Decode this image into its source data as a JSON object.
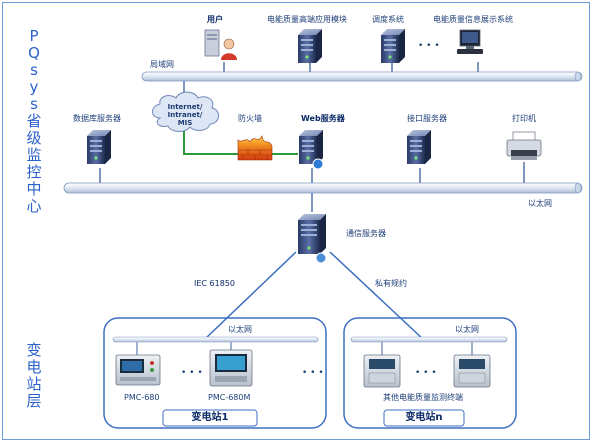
{
  "left_labels": {
    "top": "PQsys省级监控中心",
    "bottom": "变电站层"
  },
  "networks": {
    "lan_top": "局域网",
    "cloud": [
      "Internet/",
      "Intranet/",
      "MIS"
    ],
    "lan_mid": "以太网",
    "lan_sub1": "以太网",
    "lan_subn": "以太网"
  },
  "nodes": {
    "user": "用户",
    "hf_app": "电能质量高端应用模块",
    "dispatch": "调度系统",
    "info_sys": "电能质量信息展示系统",
    "db_server": "数据库服务器",
    "firewall": "防火墙",
    "web_server": "Web服务器",
    "if_server": "接口服务器",
    "printer": "打印机",
    "comm_server": "通信服务器"
  },
  "protocols": {
    "iec": "IEC 61850",
    "private": "私有规约"
  },
  "substation1": {
    "title": "变电站1",
    "dev1": "PMC-680",
    "dev2": "PMC-680M"
  },
  "substationn": {
    "title": "变电站n",
    "dev_label": "其他电能质量监测终端"
  },
  "ellipsis": "• • •",
  "colors": {
    "accent": "#2b62c9",
    "bus": "#dfe7f3",
    "link": "#2c9b3c",
    "frame": "#6d9bd3"
  }
}
